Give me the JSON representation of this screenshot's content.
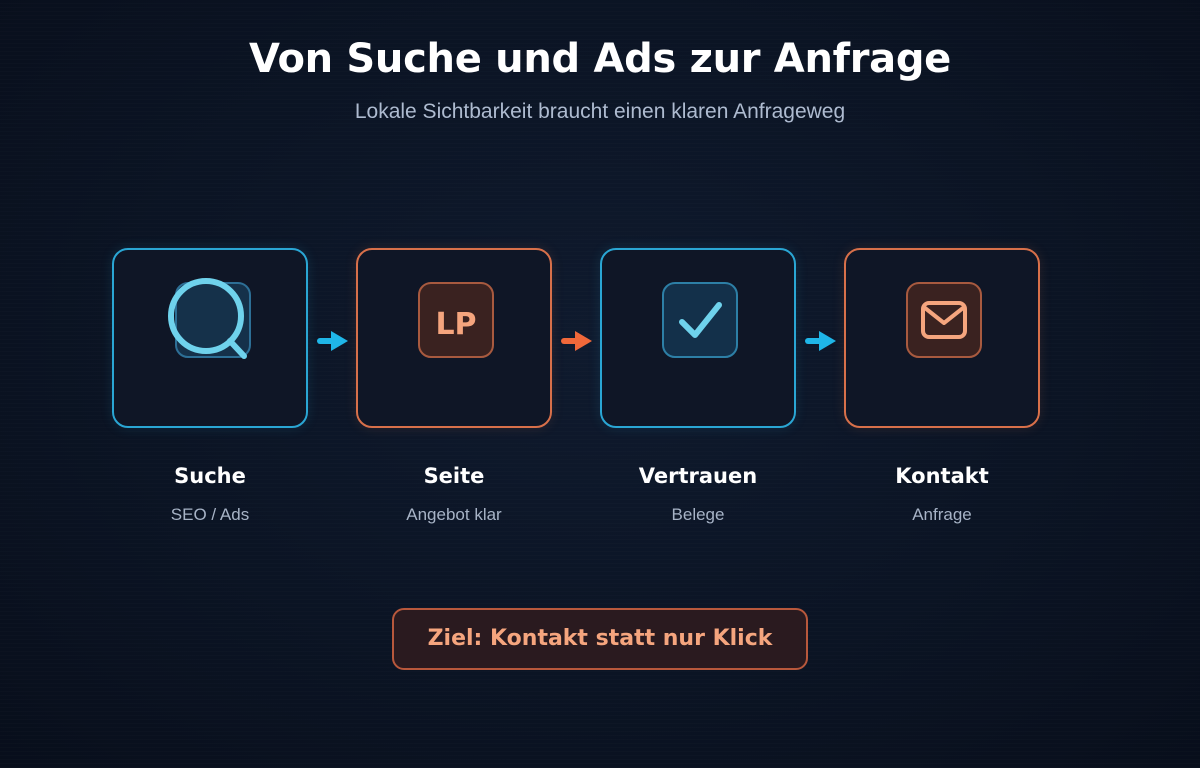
{
  "title": "Von Suche und Ads zur Anfrage",
  "subtitle": "Lokale Sichtbarkeit braucht einen klaren Anfrageweg",
  "colors": {
    "background": "#0b1424",
    "card_background": "#0f1626",
    "accent_blue": "#2aa6d4",
    "accent_orange": "#d8704a",
    "arrow_blue": "#1fb6e8",
    "arrow_orange": "#f0683a",
    "goal_text": "#f5a57e"
  },
  "steps": [
    {
      "label": "Suche",
      "sub": "SEO / Ads",
      "icon": "magnifier-icon",
      "accent": "blue"
    },
    {
      "label": "Seite",
      "sub": "Angebot klar",
      "icon": "landing-page-icon",
      "icon_text": "LP",
      "accent": "orange"
    },
    {
      "label": "Vertrauen",
      "sub": "Belege",
      "icon": "checkmark-icon",
      "accent": "blue"
    },
    {
      "label": "Kontakt",
      "sub": "Anfrage",
      "icon": "envelope-icon",
      "accent": "orange"
    }
  ],
  "arrows": [
    {
      "icon": "arrow-right-icon",
      "color": "blue"
    },
    {
      "icon": "arrow-right-icon",
      "color": "orange"
    },
    {
      "icon": "arrow-right-icon",
      "color": "blue"
    }
  ],
  "goal": "Ziel: Kontakt statt nur Klick"
}
